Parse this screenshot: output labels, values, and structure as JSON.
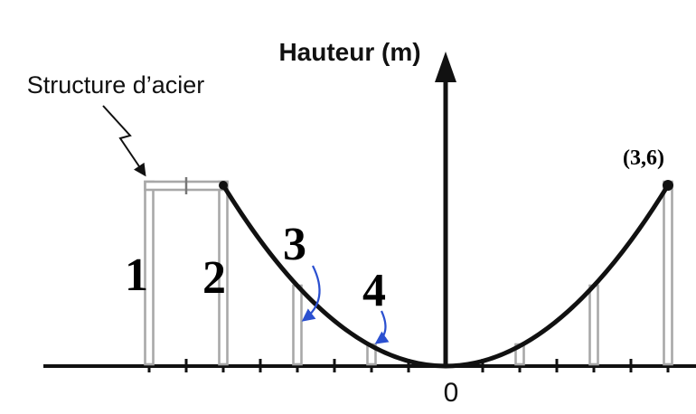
{
  "figure": {
    "structure_label": "Structure d’acier",
    "axis_label": "Hauteur (m)",
    "origin_label": "0",
    "point_label": "(3,6)",
    "supports": {
      "s1": "1",
      "s2": "2",
      "s3": "3",
      "s4": "4"
    }
  },
  "colors": {
    "ink": "#111111",
    "steel": "#a8a8a8",
    "pointer_blue": "#2b50d0"
  }
}
